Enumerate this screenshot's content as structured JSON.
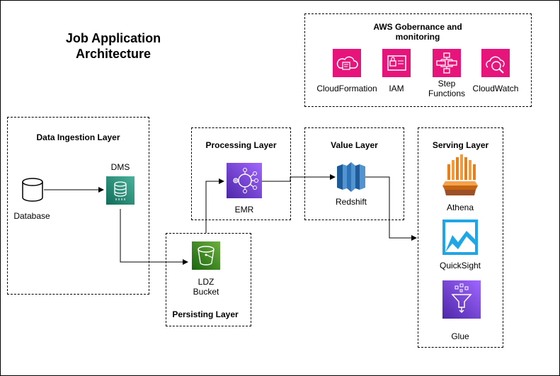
{
  "title": "Job Application Architecture",
  "governance": {
    "title": "AWS Gobernance and monitoring",
    "items": [
      {
        "label": "CloudFormation",
        "icon": "cloudformation-icon"
      },
      {
        "label": "IAM",
        "icon": "iam-icon"
      },
      {
        "label": "Step Functions",
        "icon": "step-functions-icon"
      },
      {
        "label": "CloudWatch",
        "icon": "cloudwatch-icon"
      }
    ]
  },
  "layers": {
    "ingestion": {
      "title": "Data Ingestion Layer",
      "database": "Database",
      "dms": "DMS"
    },
    "processing": {
      "title": "Processing Layer",
      "emr": "EMR"
    },
    "value": {
      "title": "Value Layer",
      "redshift": "Redshift"
    },
    "persisting": {
      "title": "Persisting Layer",
      "bucket": "LDZ Bucket"
    },
    "serving": {
      "title": "Serving Layer",
      "athena": "Athena",
      "quicksight": "QuickSight",
      "glue": "Glue"
    }
  },
  "colors": {
    "governance": "#e7157b",
    "analytics": "#8c4fff",
    "database": "#1a9c6f",
    "storage": "#3f8624",
    "athena": "#e8801a",
    "quicksight": "#1ea6e6",
    "redshift": "#2e73b8"
  }
}
